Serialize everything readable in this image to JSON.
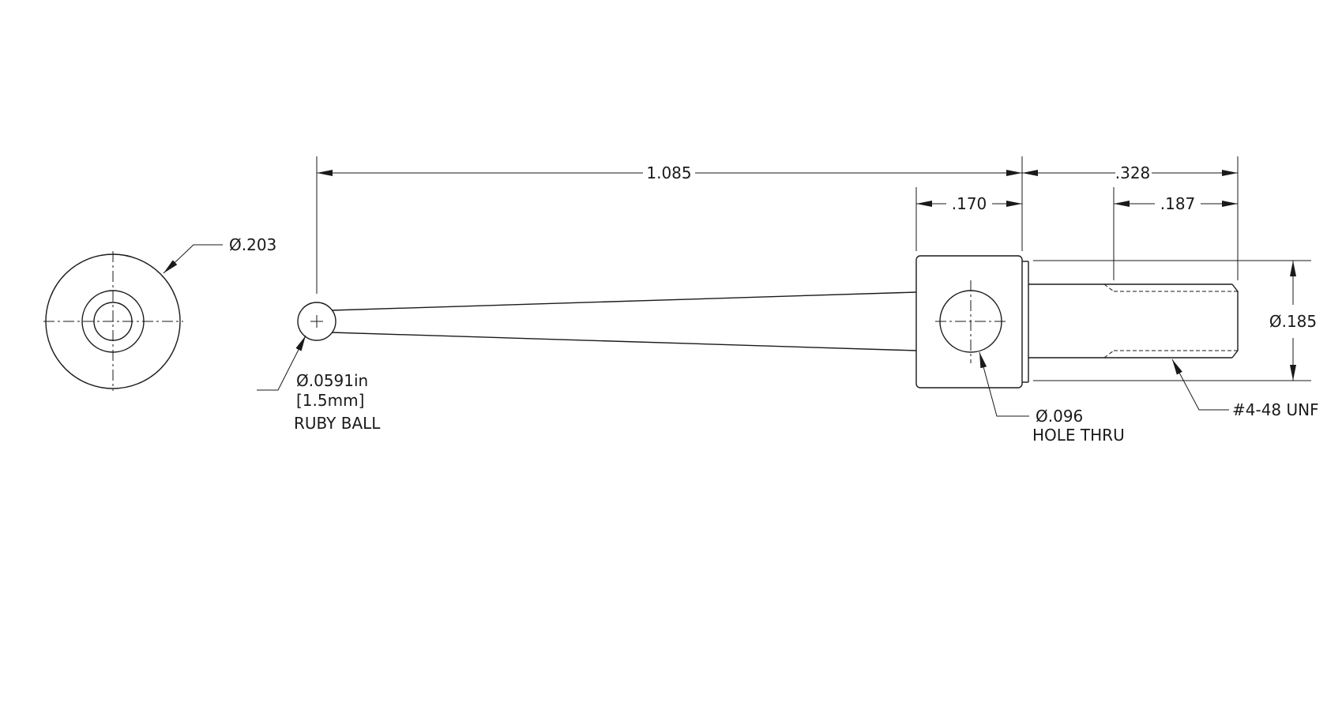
{
  "dimensions": {
    "overall_length": "1.085",
    "body_width": ".170",
    "thread_total": ".328",
    "thread_length": ".187",
    "shank_diameter": "Ø.185",
    "end_view_diameter": "Ø.203"
  },
  "callouts": {
    "ball_diameter": "Ø.0591in",
    "ball_metric": "[1.5mm]",
    "ball_material": "RUBY BALL",
    "hole_diameter": "Ø.096",
    "hole_type": "HOLE THRU",
    "thread_spec": "#4-48 UNF"
  }
}
